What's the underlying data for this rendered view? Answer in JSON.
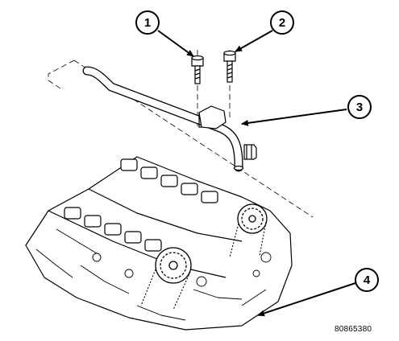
{
  "callouts": [
    {
      "number": "1",
      "part": "bolt"
    },
    {
      "number": "2",
      "part": "bolt"
    },
    {
      "number": "3",
      "part": "tube-bracket"
    },
    {
      "number": "4",
      "part": "engine"
    }
  ],
  "figure_id": "80865380",
  "colors": {
    "line": "#000000",
    "fill": "#ffffff",
    "dash": "#000000"
  }
}
